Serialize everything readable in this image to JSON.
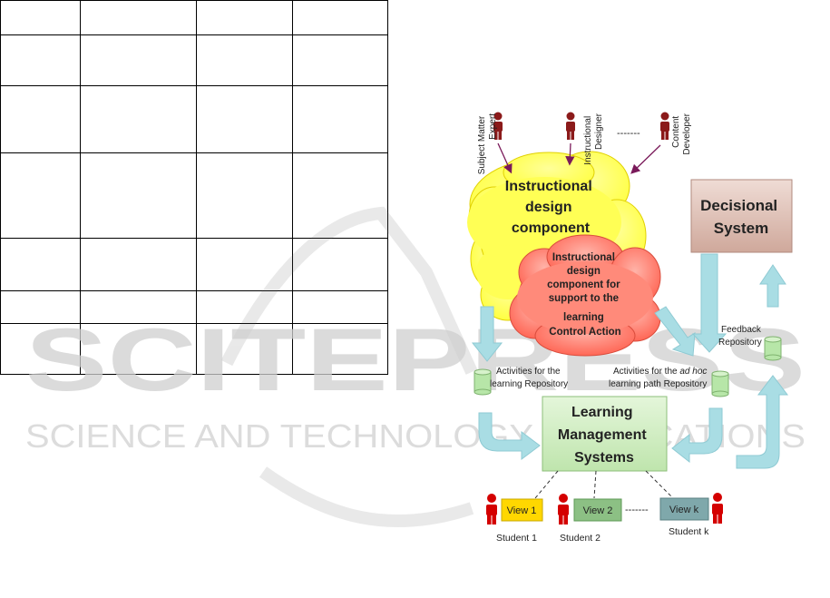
{
  "watermark": {
    "brand": "SCITEPRESS",
    "tagline": "SCIENCE AND TECHNOLOGY PUBLICATIONS"
  },
  "diagram": {
    "roles": {
      "sme": [
        "Subject Matter",
        "Expert"
      ],
      "designer": [
        "Instructional",
        "Designer"
      ],
      "developer": [
        "Content",
        "Developer"
      ],
      "dots": "-------"
    },
    "idc": [
      "Instructional",
      "design",
      "component"
    ],
    "idc_support": [
      "Instructional",
      "design",
      "component for",
      "support to the",
      "learning",
      "Control Action"
    ],
    "decisional": [
      "Decisional",
      "System"
    ],
    "feedback": [
      "Feedback",
      "Repository"
    ],
    "activities_learning": [
      "Activities for the",
      "learning Repository"
    ],
    "activities_adhoc": {
      "line1_prefix": "Activities for the ",
      "line1_italic": "ad hoc",
      "line2": "learning  path Repository"
    },
    "lms": [
      "Learning",
      "Management",
      "Systems"
    ],
    "views": {
      "v1": "View 1",
      "v2": "View 2",
      "vk": "View k",
      "dots": "-------"
    },
    "students": {
      "s1": "Student 1",
      "s2": "Student 2",
      "sk": "Student k"
    },
    "colors": {
      "cloud_yellow": "#ffff66",
      "cloud_red": "#ff7a6b",
      "decisional": "#e6cfc8",
      "lms": "#d4f0c4",
      "view1": "#ffd700",
      "view2": "#8cc084",
      "viewk": "#7fa8ab",
      "arrow": "#a9dde4",
      "cylinder": "#b7e6a8",
      "role_arrow": "#7a1a5a"
    }
  }
}
